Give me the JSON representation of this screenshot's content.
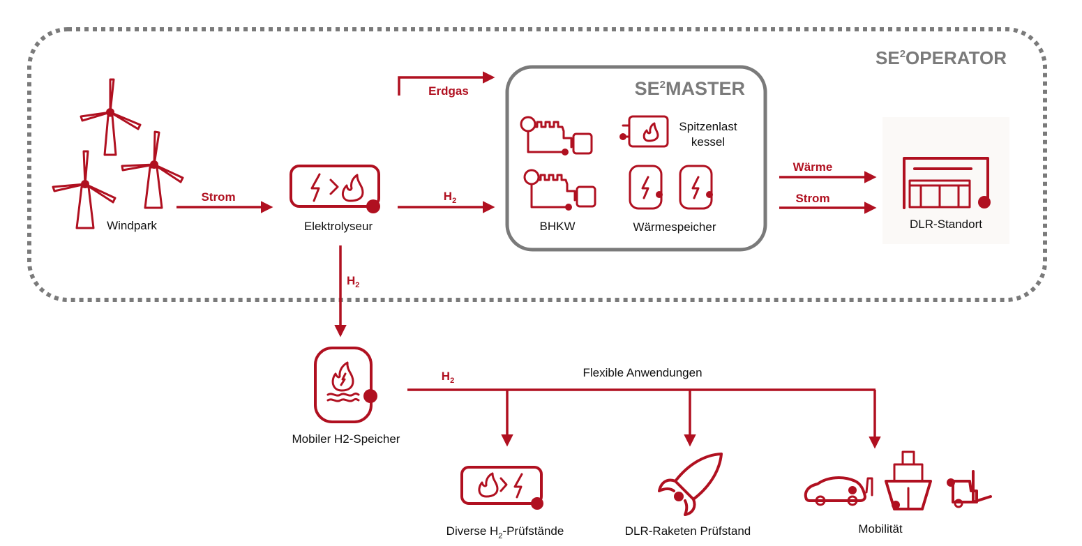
{
  "colors": {
    "accent": "#b01020",
    "frame": "#7a7a7a",
    "text": "#111111"
  },
  "operator_title": {
    "prefix": "SE",
    "sup": "2",
    "rest": "OPERATOR"
  },
  "master_title": {
    "prefix": "SE",
    "sup": "2",
    "rest": "MASTER"
  },
  "nodes": {
    "windpark": "Windpark",
    "elektrolyseur": "Elektrolyseur",
    "bhkw": "BHKW",
    "waermespeicher": "Wärmespeicher",
    "spitzenlast_line1": "Spitzenlast",
    "spitzenlast_line2": "kessel",
    "dlr_standort": "DLR-Standort",
    "mobiler_speicher": "Mobiler H2-Speicher",
    "pruefstaende_pre": "Diverse H",
    "pruefstaende_sub": "2",
    "pruefstaende_post": "-Prüfstände",
    "raketen": "DLR-Raketen Prüfstand",
    "mobilitaet": "Mobilität"
  },
  "flows": {
    "strom_wind": "Strom",
    "erdgas": "Erdgas",
    "h2_master": {
      "main": "H",
      "sub": "2"
    },
    "h2_down": {
      "main": "H",
      "sub": "2"
    },
    "h2_flex": {
      "main": "H",
      "sub": "2"
    },
    "waerme": "Wärme",
    "strom_dlr": "Strom",
    "flexible": "Flexible Anwendungen"
  },
  "icons": [
    "wind-turbine-icon",
    "electrolyzer-icon",
    "bhkw-icon",
    "boiler-icon",
    "heat-storage-icon",
    "building-icon",
    "hydrogen-tank-icon",
    "fuel-cell-icon",
    "rocket-icon",
    "car-icon",
    "ship-icon",
    "forklift-icon"
  ]
}
